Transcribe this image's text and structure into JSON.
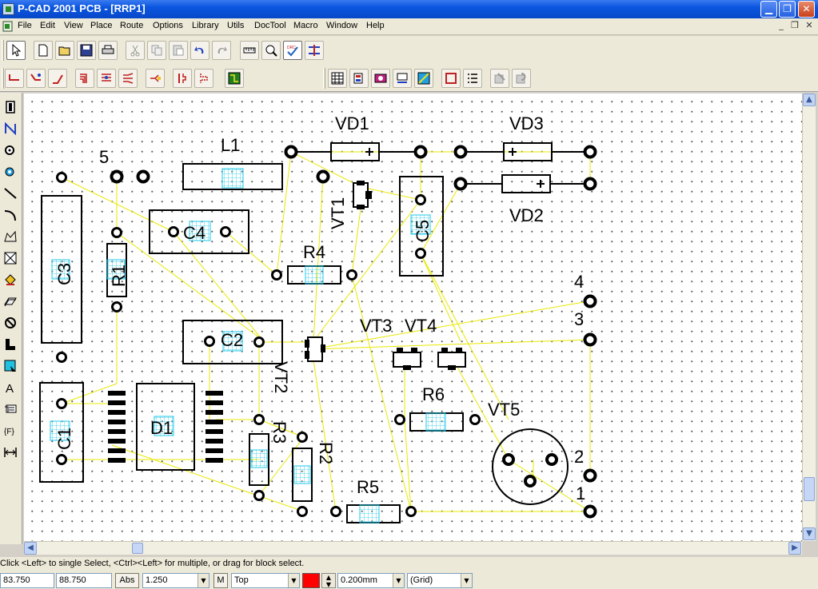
{
  "window": {
    "title": "P-CAD 2001 PCB - [RRP1]",
    "min_glyph": "▁",
    "max_glyph": "❐",
    "close_glyph": "✕"
  },
  "menu": [
    "File",
    "Edit",
    "View",
    "Place",
    "Route",
    "Options",
    "Library",
    "Utils",
    "DocTool",
    "Macro",
    "Window",
    "Help"
  ],
  "mdi_controls": [
    "_",
    "❐",
    "✕"
  ],
  "toolbar1_icons": [
    "select-arrow-icon",
    "new-file-icon",
    "open-folder-icon",
    "save-icon",
    "print-icon",
    "cut-icon",
    "copy-icon",
    "paste-icon",
    "undo-icon",
    "redo-icon",
    "measure-ruler-icon",
    "zoom-icon",
    "drc-check-icon",
    "net-compare-icon"
  ],
  "toolbar1_drc_label": "DRC",
  "toolbar2_icons": [
    "route-manual-icon",
    "route-interactive-icon",
    "route-miter-icon",
    "route-bus-icon",
    "route-multi-icon",
    "route-fanout-icon",
    "route-push-icon",
    "route-hug-icon",
    "route-via-icon",
    "autoroute-icon",
    "layers-table-icon",
    "pad-style-icon",
    "via-style-icon",
    "text-style-icon",
    "copper-pour-icon",
    "board-outline-icon",
    "report-list-icon",
    "disabled-icon-1",
    "disabled-icon-2"
  ],
  "left_tools": [
    "place-component-icon",
    "place-connection-icon",
    "place-pad-icon",
    "place-via-icon",
    "place-line-icon",
    "place-arc-icon",
    "place-polygon-icon",
    "place-keepout-icon",
    "place-fill-icon",
    "place-plane-icon",
    "place-cutout-icon",
    "place-copper-icon",
    "place-room-icon",
    "place-text-icon",
    "place-attribute-icon",
    "place-field-icon",
    "place-dimension-icon"
  ],
  "left_field_label": "{F}",
  "left_text_label": "A",
  "pcb": {
    "pin_labels": [
      "5",
      "4",
      "3",
      "2",
      "1"
    ],
    "components": [
      "VD1",
      "VD3",
      "VD2",
      "L1",
      "C4",
      "C3",
      "R1",
      "VT1",
      "C5",
      "R4",
      "VT3",
      "VT4",
      "C2",
      "VT2",
      "R6",
      "VT5",
      "C1",
      "D1",
      "R3",
      "R2",
      "R5"
    ]
  },
  "status": {
    "message": "Click <Left> to single Select, <Ctrl><Left> for multiple, or drag for block select.",
    "x": "83.750",
    "y": "88.750",
    "abs_label": "Abs",
    "grid": "1.250",
    "m_label": "M",
    "layer": "Top",
    "layer_color": "#ff0000",
    "line_width": "0.200mm",
    "snap": "(Grid)"
  }
}
